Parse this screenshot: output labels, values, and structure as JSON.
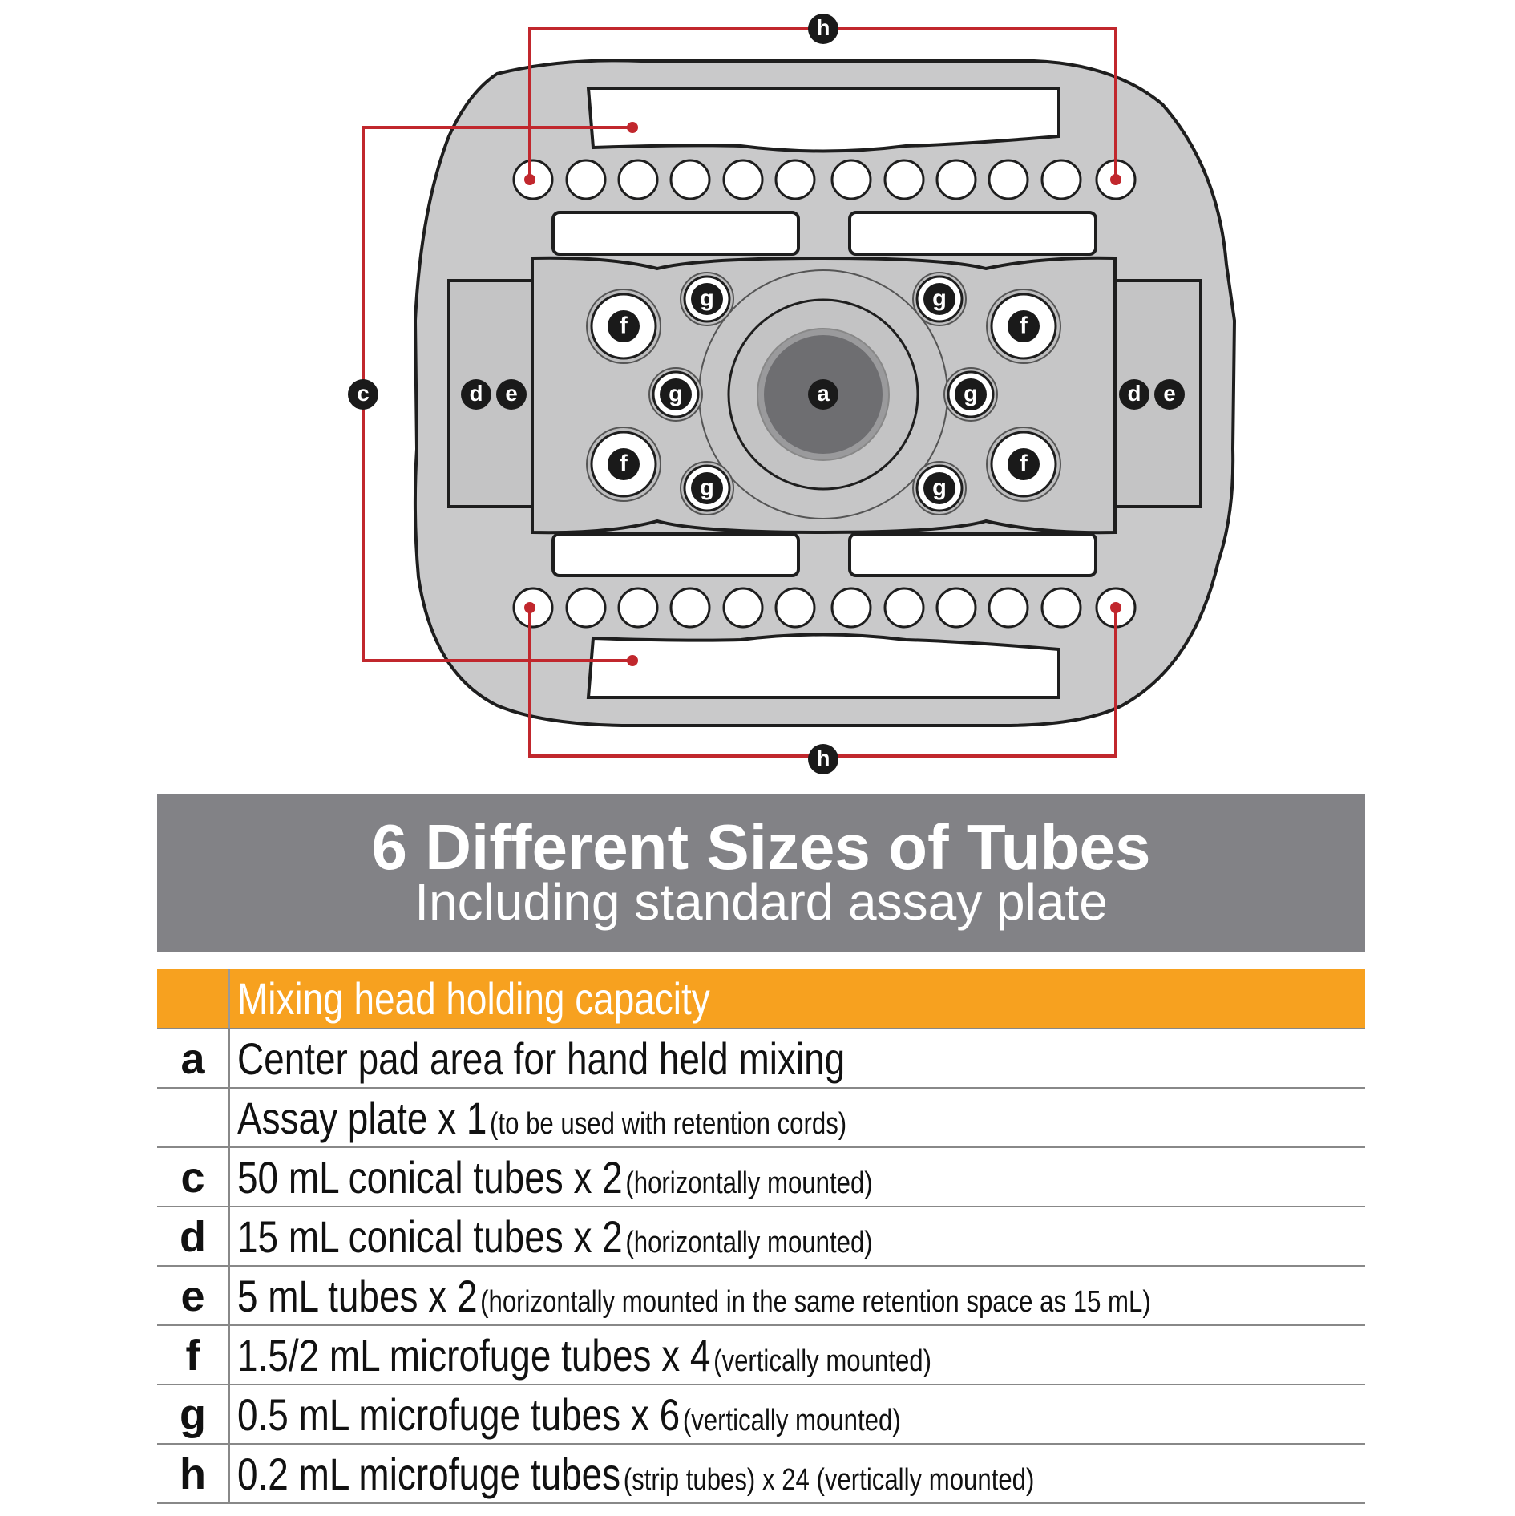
{
  "colors": {
    "accent_red": "#c1272d",
    "band_grey": "#828286",
    "header_orange": "#f7a11f",
    "body_grey": "#c9c9ca",
    "center_pad": "#6e6e71"
  },
  "diagram": {
    "labels": {
      "a": "a",
      "c": "c",
      "d": "d",
      "e": "e",
      "f": "f",
      "g": "g",
      "h": "h"
    },
    "strip_holes_per_row": 12
  },
  "banner": {
    "title": "6 Different Sizes of Tubes",
    "subtitle": "Including standard assay plate"
  },
  "table": {
    "header": "Mixing head holding capacity",
    "rows": [
      {
        "letter": "a",
        "main": "Center pad area for hand held mixing",
        "note": ""
      },
      {
        "letter": "",
        "main": "Assay plate x 1",
        "note": "(to be used with retention cords)"
      },
      {
        "letter": "c",
        "main": "50 mL conical tubes x 2",
        "note": "(horizontally mounted)"
      },
      {
        "letter": "d",
        "main": "15 mL conical tubes x 2",
        "note": "(horizontally mounted)"
      },
      {
        "letter": "e",
        "main": "5 mL tubes x 2",
        "note": "(horizontally mounted in the same retention space as 15 mL)"
      },
      {
        "letter": "f",
        "main": "1.5/2 mL microfuge tubes x 4",
        "note": "(vertically mounted)"
      },
      {
        "letter": "g",
        "main": "0.5 mL microfuge tubes x 6",
        "note": "(vertically mounted)"
      },
      {
        "letter": "h",
        "main": "0.2 mL microfuge tubes",
        "note": "(strip tubes) x 24 (vertically mounted)"
      }
    ]
  }
}
